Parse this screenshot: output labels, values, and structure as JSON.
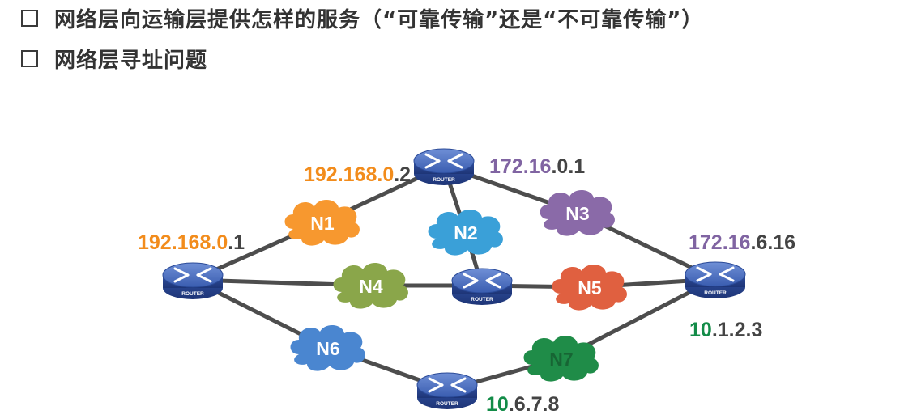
{
  "bullets": [
    "网络层向运输层提供怎样的服务（“可靠传输”还是“不可靠传输”）",
    "网络层寻址问题"
  ],
  "router_label": "ROUTER",
  "networks": [
    "N1",
    "N2",
    "N3",
    "N4",
    "N5",
    "N6",
    "N7"
  ],
  "ip_labels": [
    {
      "prefix": "192.168.0",
      "suffix": ".2"
    },
    {
      "prefix": "172.16",
      "suffix": ".0.1"
    },
    {
      "prefix": "192.168.0",
      "suffix": ".1"
    },
    {
      "prefix": "172.16",
      "suffix": ".6.16"
    },
    {
      "prefix": "10",
      "suffix": ".1.2.3"
    },
    {
      "prefix": "10",
      "suffix": ".6.7.8"
    }
  ],
  "colors": {
    "orange": "#f28c1c",
    "purple": "#8064a2",
    "green": "#138c48",
    "blue_cloud": "#4a8fd4",
    "dark_gray": "#444444",
    "link": "#4d4d4d",
    "n1": "#f7982f",
    "n2": "#3aa0d8",
    "n3": "#8a6aa8",
    "n4": "#8aa64a",
    "n5": "#e06040",
    "n6": "#4a86d0",
    "n7": "#1f8c48",
    "router": "#3a5db0"
  }
}
